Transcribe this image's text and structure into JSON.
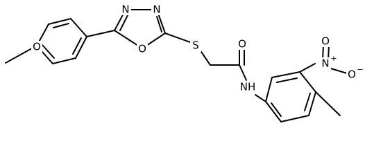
{
  "structure": {
    "atoms": {
      "methoxy_O": "O",
      "oxadiazole_N3": "N",
      "oxadiazole_N4": "N",
      "oxadiazole_O1": "O",
      "thioether_S": "S",
      "carbonyl_O": "O",
      "amide_NH": "NH",
      "nitro_N": "N",
      "nitro_O_top": "O",
      "nitro_O_right": "O"
    },
    "charges": {
      "nitro_N": "+",
      "nitro_O_right": "−"
    }
  }
}
